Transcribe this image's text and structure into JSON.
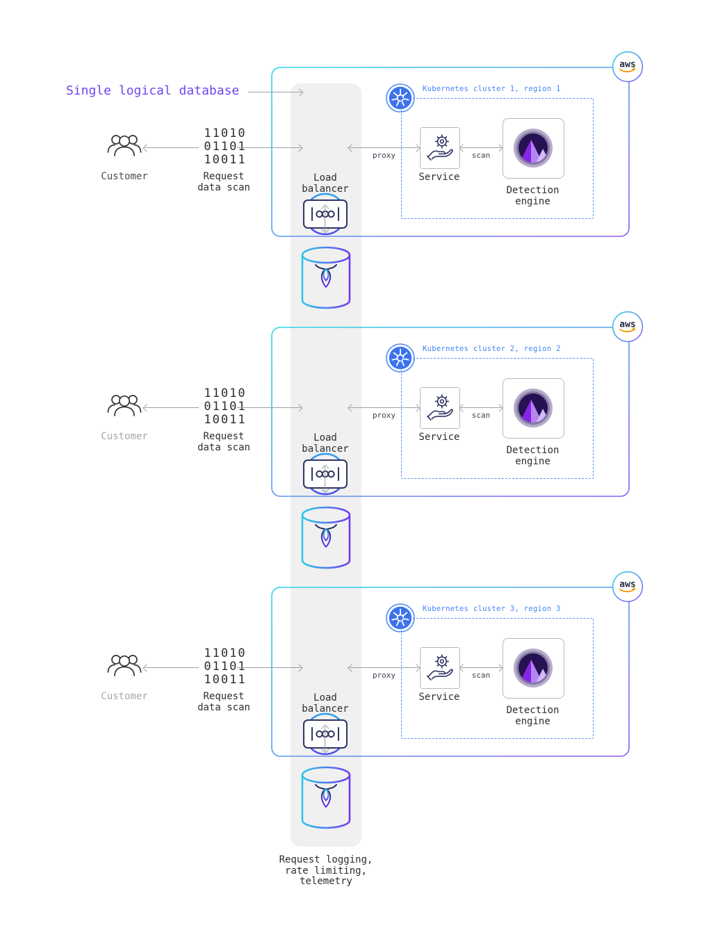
{
  "title": "Single logical database",
  "aws_label": "aws",
  "bottom_caption": [
    "Request logging,",
    "rate limiting,",
    "telemetry"
  ],
  "rows": [
    {
      "cluster_label": "Kubernetes cluster 1, region 1",
      "customer": "Customer",
      "binary": [
        "11010",
        "01101",
        "10011"
      ],
      "request": [
        "Request",
        "data scan"
      ],
      "load_balancer": [
        "Load",
        "balancer"
      ],
      "service": "Service",
      "detection": [
        "Detection",
        "engine"
      ],
      "proxy": "proxy",
      "scan": "scan"
    },
    {
      "cluster_label": "Kubernetes cluster 2, region 2",
      "customer": "Customer",
      "binary": [
        "11010",
        "01101",
        "10011"
      ],
      "request": [
        "Request",
        "data scan"
      ],
      "load_balancer": [
        "Load",
        "balancer"
      ],
      "service": "Service",
      "detection": [
        "Detection",
        "engine"
      ],
      "proxy": "proxy",
      "scan": "scan"
    },
    {
      "cluster_label": "Kubernetes cluster 3, region 3",
      "customer": "Customer",
      "binary": [
        "11010",
        "01101",
        "10011"
      ],
      "request": [
        "Request",
        "data scan"
      ],
      "load_balancer": [
        "Load",
        "balancer"
      ],
      "service": "Service",
      "detection": [
        "Detection",
        "engine"
      ],
      "proxy": "proxy",
      "scan": "scan"
    }
  ],
  "icons": {
    "aws": "aws-smile-logo",
    "kubernetes": "kubernetes-wheel-icon",
    "customer": "people-group-icon",
    "load_balancer": "load-balancer-ooo-icon",
    "service": "hand-holding-gear-icon",
    "detection_engine": "mountain-logo-icon",
    "database": "cockroachdb-cylinder-icon"
  },
  "colors": {
    "title": "#6e46f2",
    "cluster_label": "#4285f4",
    "dashed_border": "#568df6",
    "aws_gradient_start": "#2bd9e8",
    "aws_gradient_end": "#8a5cf6",
    "arrow": "#9aa0a6",
    "text_dark": "#2d2d2d",
    "text_muted": "#a9a9a9",
    "column_bg": "#f0f0f1",
    "icon_navy": "#2e3561",
    "k8s_blue": "#3b72ef",
    "aws_orange": "#f79400"
  }
}
